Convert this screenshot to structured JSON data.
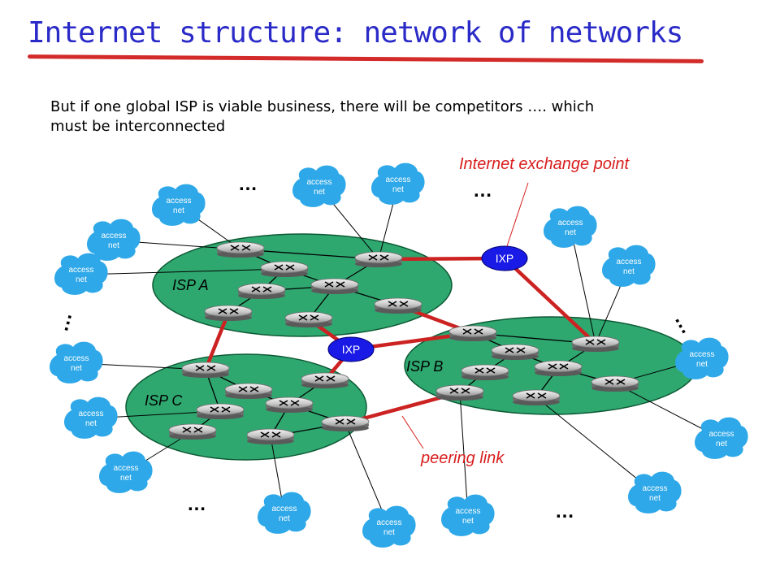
{
  "title": "Internet structure: network of networks",
  "subtitle": {
    "line1": "But if one global ISP is viable business, there will be competitors ….  which",
    "line2": "must be interconnected"
  },
  "annotations": {
    "ixp_callout": "Internet exchange point",
    "peering_callout": "peering link"
  },
  "isps": [
    {
      "label": "ISP A"
    },
    {
      "label": "ISP B"
    },
    {
      "label": "ISP C"
    }
  ],
  "ixp_label": "IXP",
  "access_net": {
    "line1": "access",
    "line2": "net"
  },
  "ellipsis": "…",
  "colors": {
    "title": "#2a2ac8",
    "underline": "#d32a2a",
    "isp_fill": "#2fa870",
    "link_red": "#cc2222",
    "ixp_fill": "#1a1ae6",
    "access_cloud": "#2ea8e8",
    "annotation": "#d81e1e"
  },
  "icons": {
    "router": "router-icon",
    "cloud": "cloud-icon"
  }
}
